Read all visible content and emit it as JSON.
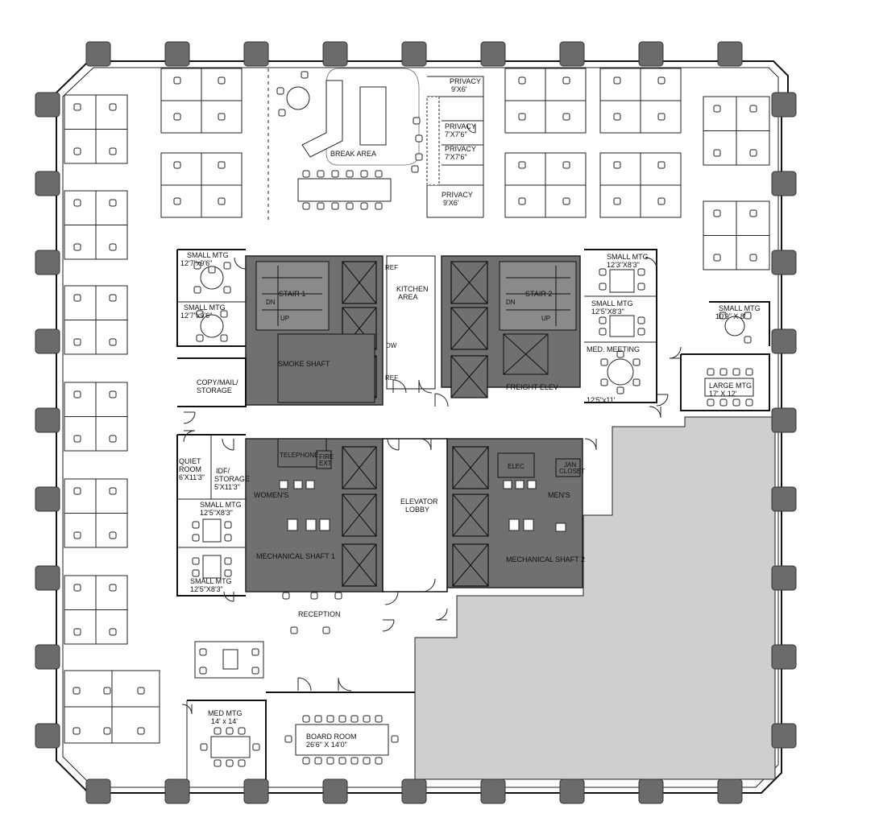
{
  "rooms": {
    "privacy_1": [
      "PRIVACY",
      "9'X6'"
    ],
    "privacy_2": [
      "PRIVACY",
      "7'X7'6\""
    ],
    "privacy_3": [
      "PRIVACY",
      "7'X7'6\""
    ],
    "privacy_4": [
      "PRIVACY",
      "9'X6'"
    ],
    "break_area": "BREAK AREA",
    "small_mtg_1": [
      "SMALL MTG",
      "12'7\"x9'6\""
    ],
    "small_mtg_2": [
      "SMALL MTG",
      "12'7\"x9'6\""
    ],
    "small_mtg_3": [
      "SMALL MTG",
      "12'3\"X8'3\""
    ],
    "small_mtg_4": [
      "SMALL MTG",
      "12'5\"X8'3\""
    ],
    "small_mtg_5": [
      "SMALL MTG",
      "10'9\" X 8'"
    ],
    "small_mtg_6": [
      "SMALL MTG",
      "12'5\"X8'3\""
    ],
    "small_mtg_7": [
      "SMALL MTG",
      "12'5\"X8'3\""
    ],
    "stair_1": "STAIR 1",
    "stair_2": "STAIR 2",
    "dn_1": "DN",
    "up_1": "UP",
    "dn_2": "DN",
    "up_2": "UP",
    "smoke_shaft": "SMOKE SHAFT",
    "kitchen": [
      "KITCHEN",
      "AREA"
    ],
    "ref_1": "REF",
    "ref_2": "REF",
    "dw": "DW",
    "copy_mail": [
      "COPY/MAIL/",
      "STORAGE"
    ],
    "freight": "FREIGHT ELEV",
    "med_meeting": [
      "MED. MEETING",
      "12'5\"x11'"
    ],
    "large_mtg": [
      "LARGE MTG",
      "17' X 12'"
    ],
    "quiet_room": [
      "QUIET",
      "ROOM",
      "6'X11'3\""
    ],
    "idf_storage": [
      "IDF/",
      "STORAGE",
      "5'X11'3\""
    ],
    "telephone": "TELEPHONE",
    "fire": [
      "FIRE",
      "EXT"
    ],
    "womens": "WOMEN'S",
    "mens": "MEN'S",
    "elevator_lobby": [
      "ELEVATOR",
      "LOBBY"
    ],
    "mech_shaft_1": "MECHANICAL SHAFT 1",
    "mech_shaft_2": "MECHANICAL SHAFT 2",
    "elec": "ELEC",
    "jan_closet": [
      "JAN",
      "CLOSET"
    ],
    "reception": "RECEPTION",
    "med_mtg": [
      "MED MTG",
      "14' x 14'"
    ],
    "board_room": [
      "BOARD ROOM",
      "26'6\" X 14'0\""
    ]
  }
}
